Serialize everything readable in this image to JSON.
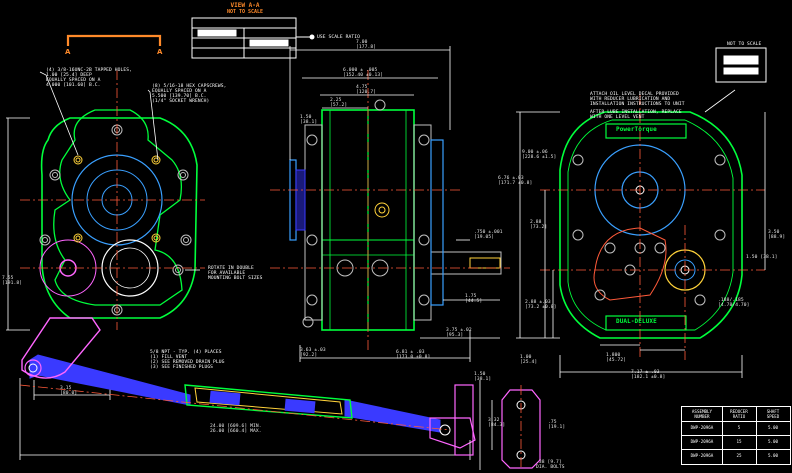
{
  "view": {
    "title": "VIEW A-A",
    "subtitle": "NOT TO SCALE",
    "section_left": "A",
    "section_right": "A",
    "nts_right": "NOT TO SCALE"
  },
  "callouts": {
    "top_plate_note": "USE SCALE RATIO",
    "left_holes": "(4) 3/8-16UNC-2B TAPPED HOLES,\n1.00 [25.4] DEEP\nEQUALLY SPACED ON A\n4.000 [101.60] B.C.",
    "left_cap_screws": "(8) 5/16-18 HEX CAPSCREWS,\nEQUALLY SPACED ON A\n5.500 [139.70] B.C.\n(1/4\" SOCKET WRENCH)",
    "left_mounting": "ROTATE IN DOUBLE\nFOR AVAILABLE\nMOUNTING BOLT SIZES",
    "bottom_notes": "5/8 NPT - TYP. (4) PLACES\n(1) FILL VENT\n(2) SEE REMOVED DRAIN PLUG\n(3) SEE FINISHED PLUGS",
    "right_notes_1": "ATTACH OIL LEVEL DECAL PROVIDED\nWITH REDUCER LUBRICATION AND\nINSTALLATION INSTRUCTIONS TO UNIT",
    "right_notes_2": "AFTER LUBE INSTALLATION, REPLACE\nWITH ONE LEVEL VENT",
    "right_brand_top": "PowerTorque",
    "right_brand_bottom": "DUAL-DELUXE"
  },
  "dimensions": {
    "left_height": "7.55\n[191.8]",
    "left_bottom_w": "3.15\n[80.0]",
    "arm_length": "24.00 [609.6] MIN.\n26.00 [660.4] MAX.",
    "center_top_1": "7.00\n[177.8]",
    "center_top_2": "6.000 ± .005\n[152.40 ±0.13]",
    "center_top_3": "4.75\n[120.7]",
    "center_top_4": "2.25\n[57.2]",
    "center_top_5": "1.50\n[38.1]",
    "center_right": ".750 ±.001\n[19.05]",
    "center_shaft": "1.75\n[44.5]",
    "center_base_1": "3.75 ±.02\n[95.3]",
    "center_base_2": "3.63 ±.03\n[92.2]",
    "center_base_3": "6.81 ± .03\n[173.0 ±0.8]",
    "right_total_h": "9.00 ±.06\n[228.6 ±1.5]",
    "right_mid_h": "6.76 ±.03\n[171.7 ±0.8]",
    "right_bottom_h": "2.88\n[73.2]",
    "right_low_h": "2.88 ±.03\n[73.2 ±0.8]",
    "right_total_w": "7.17 ± .03\n[182.1 ±0.8]",
    "right_w2": "1.800\n[45.72]",
    "right_w3": "3.50\n[88.9]",
    "right_w4": "1.50 [38.1]",
    "right_key": ".188/.185\n[4.78/4.70]",
    "clevis_1": "1.00\n[25.4]",
    "clevis_2": "1.50\n[38.1]",
    "clevis_3": ".38 [9.7]\nDIA. BOLTS",
    "clevis_4": "3.32\n[84.3]",
    "clevis_5": ".75\n[19.1]"
  },
  "table": {
    "headers": [
      "ASSEMBLY\nNUMBER",
      "REDUCER\nRATIO",
      "SHAFT\nSPEED"
    ],
    "rows": [
      [
        "DWP-2096A",
        "5",
        "5.00"
      ],
      [
        "DWP-2096A",
        "15",
        "5.00"
      ],
      [
        "DWP-2096A",
        "25",
        "5.00"
      ]
    ]
  },
  "colors": {
    "background": "#000000",
    "housing": "#00ff3c",
    "dimension": "#ffffff",
    "center_line": "#ff5a3a",
    "bolt": "#bfbfbf",
    "shaft": "#ffd23a",
    "arm": "#3a3aff",
    "clevis": "#ff66ff",
    "bore": "#3aa0ff",
    "orange": "#ff8a2a"
  }
}
